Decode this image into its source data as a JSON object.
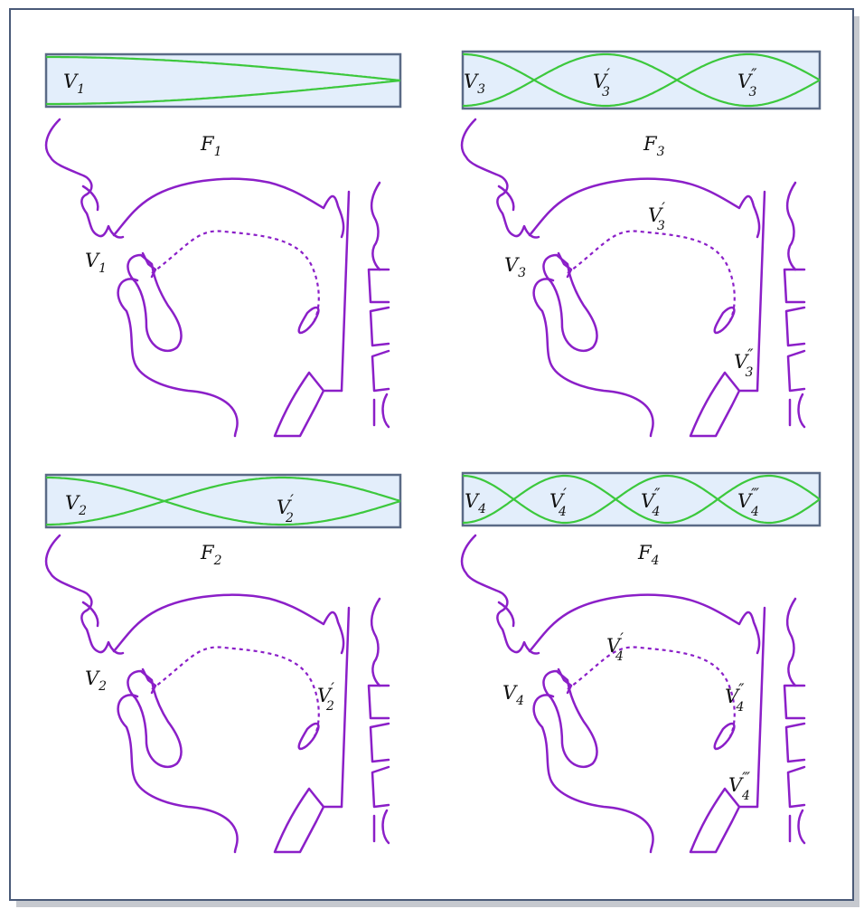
{
  "colors": {
    "background": "#ffffff",
    "frame_border": "#4a5a78",
    "tube_fill": "#e3eefb",
    "tube_border": "#5a6a86",
    "standing_wave": "#3cc83c",
    "anatomy_outline": "#8b1fc8",
    "text": "#111111"
  },
  "panels": [
    {
      "id": "f1",
      "formant": {
        "base": "F",
        "sub": "1"
      },
      "antinodes": [
        1
      ],
      "tube_labels": [
        {
          "base": "V",
          "sub": "1",
          "prime": ""
        }
      ],
      "tract_labels": [
        {
          "base": "V",
          "sub": "1",
          "prime": ""
        }
      ]
    },
    {
      "id": "f3",
      "formant": {
        "base": "F",
        "sub": "3"
      },
      "antinodes": [
        3
      ],
      "tube_labels": [
        {
          "base": "V",
          "sub": "3",
          "prime": ""
        },
        {
          "base": "V",
          "sub": "3",
          "prime": "′"
        },
        {
          "base": "V",
          "sub": "3",
          "prime": "″"
        }
      ],
      "tract_labels": [
        {
          "base": "V",
          "sub": "3",
          "prime": ""
        },
        {
          "base": "V",
          "sub": "3",
          "prime": "′"
        },
        {
          "base": "V",
          "sub": "3",
          "prime": "″"
        }
      ]
    },
    {
      "id": "f2",
      "formant": {
        "base": "F",
        "sub": "2"
      },
      "antinodes": [
        2
      ],
      "tube_labels": [
        {
          "base": "V",
          "sub": "2",
          "prime": ""
        },
        {
          "base": "V",
          "sub": "2",
          "prime": "′"
        }
      ],
      "tract_labels": [
        {
          "base": "V",
          "sub": "2",
          "prime": ""
        },
        {
          "base": "V",
          "sub": "2",
          "prime": "′"
        }
      ]
    },
    {
      "id": "f4",
      "formant": {
        "base": "F",
        "sub": "4"
      },
      "antinodes": [
        4
      ],
      "tube_labels": [
        {
          "base": "V",
          "sub": "4",
          "prime": ""
        },
        {
          "base": "V",
          "sub": "4",
          "prime": "′"
        },
        {
          "base": "V",
          "sub": "4",
          "prime": "″"
        },
        {
          "base": "V",
          "sub": "4",
          "prime": "‴"
        }
      ],
      "tract_labels": [
        {
          "base": "V",
          "sub": "4",
          "prime": ""
        },
        {
          "base": "V",
          "sub": "4",
          "prime": "′"
        },
        {
          "base": "V",
          "sub": "4",
          "prime": "″"
        },
        {
          "base": "V",
          "sub": "4",
          "prime": "‴"
        }
      ]
    }
  ]
}
